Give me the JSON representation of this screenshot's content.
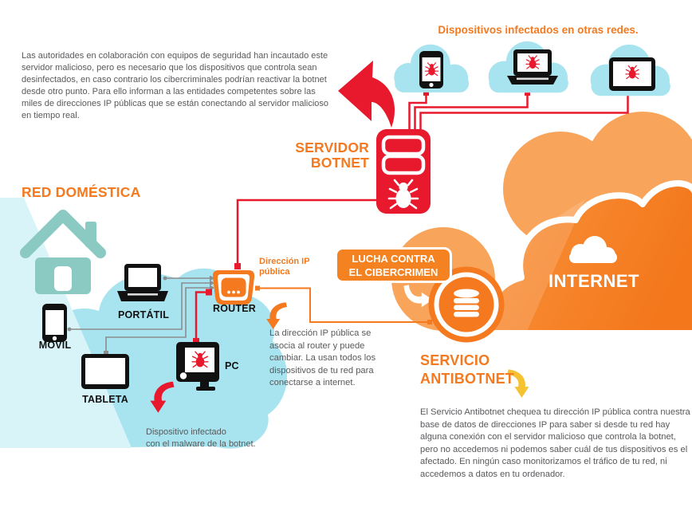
{
  "intro": {
    "text": "Las autoridades en colaboración con equipos de seguridad han incautado este servidor malicioso, pero es necesario que los dispositivos que controla sean desinfectados, en caso contrario los cibercriminales podrían reactivar la botnet desde otro punto.  Para ello informan a las entidades competentes sobre las miles de direcciones IP públicas que se están conectando al servidor malicioso en tiempo real."
  },
  "other_networks": {
    "title": "Dispositivos infectados en otras redes."
  },
  "server": {
    "line1": "SERVIDOR",
    "line2": "BOTNET"
  },
  "home": {
    "title": "RED DOMÉSTICA"
  },
  "devices": {
    "laptop": "PORTÁTIL",
    "mobile": "MÓVIL",
    "tablet": "TABLETA",
    "pc": "PC",
    "router": "ROUTER"
  },
  "public_ip": {
    "line1": "Dirección IP",
    "line2": "pública",
    "description": "La dirección IP pública se asocia al router y puede cambiar. La usan todos los dispositivos de tu red para conectarse a internet."
  },
  "badge": {
    "line1": "LUCHA CONTRA",
    "line2": "EL CIBERCRIMEN"
  },
  "internet": {
    "label": "INTERNET"
  },
  "infected_note": {
    "line1": "Dispositivo infectado",
    "line2": "con el malware de la botnet."
  },
  "antibotnet": {
    "line1": "SERVICIO",
    "line2": "ANTIBOTNET",
    "description": "El Servicio Antibotnet chequea tu dirección IP pública contra nuestra base de datos de direcciones IP para saber si desde tu red hay alguna conexión con el servidor malicioso que controla la botnet, pero no accedemos ni podemos saber cuál de tus dispositivos es el afectado. En ningún caso monitorizamos el tráfico de tu red, ni accedemos a datos en tu ordenador."
  },
  "colors": {
    "orange": "#F4791F",
    "orange_light": "#F9A45B",
    "red": "#E8192D",
    "cyan": "#A8E4EF",
    "cyan_light": "#D9F4F8",
    "teal": "#8BCAC2",
    "yellow": "#F5C231",
    "text_gray": "#58595B"
  }
}
